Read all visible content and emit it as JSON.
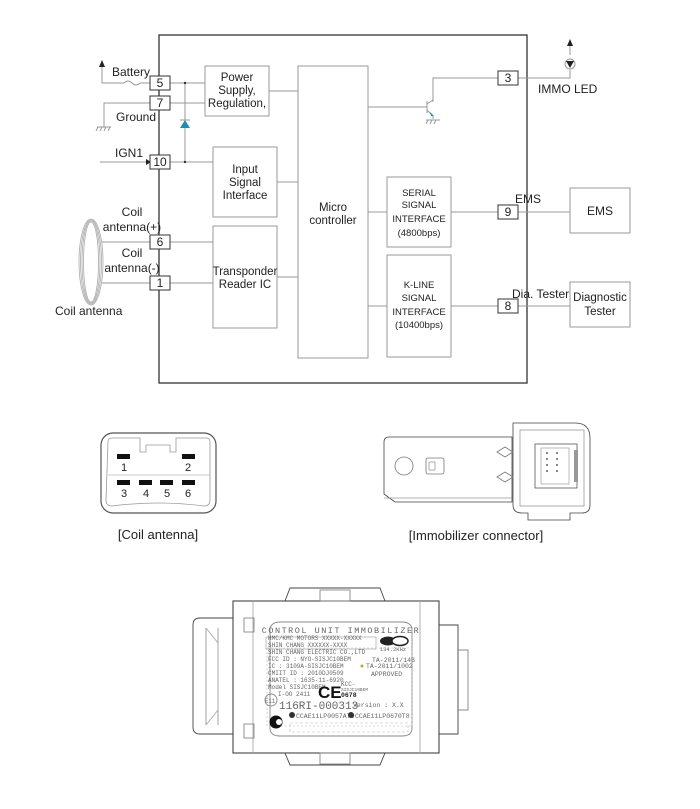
{
  "diagram": {
    "title": "Immobilizer block diagram",
    "colors": {
      "line": "#999999",
      "frame": "#333333",
      "accent": "#1a8fb0"
    },
    "pins": [
      {
        "id": "5",
        "label": "Battery"
      },
      {
        "id": "7",
        "label": "Ground"
      },
      {
        "id": "10",
        "label": "IGN1"
      },
      {
        "id": "6",
        "label_line1": "Coil",
        "label_line2": "antenna(+)"
      },
      {
        "id": "1",
        "label_line1": "Coil",
        "label_line2": "antenna(-)"
      },
      {
        "id": "3",
        "label": "IMMO LED"
      },
      {
        "id": "9",
        "label": "EMS"
      },
      {
        "id": "8",
        "label": "Dia. Tester"
      }
    ],
    "blocks": {
      "power": [
        "Power",
        "Supply,",
        "Regulation,"
      ],
      "input": [
        "Input",
        "Signal",
        "Interface"
      ],
      "transponder": [
        "Transponder",
        "Reader IC"
      ],
      "micro": [
        "Micro",
        "controller"
      ],
      "serial": [
        "SERIAL",
        "SIGNAL",
        "INTERFACE",
        "(4800bps)"
      ],
      "kline": [
        "K-LINE",
        "SIGNAL",
        "INTERFACE",
        "(10400bps)"
      ]
    },
    "external": {
      "ems": "EMS",
      "diag": [
        "Diagnostic",
        "Tester"
      ],
      "coil_antenna": "Coil antenna"
    }
  },
  "connectors": {
    "coil": {
      "caption": "[Coil antenna]",
      "pins_top": [
        "1",
        "2"
      ],
      "pins_bottom": [
        "3",
        "4",
        "5",
        "6"
      ]
    },
    "immobilizer": {
      "caption": "[Immobilizer connector]"
    }
  },
  "unit_label": {
    "title": "CONTROL UNIT IMMOBILIZER",
    "lines": [
      "HMC/KMC MOTORS XXXXX-XXXXX",
      "SHIN CHANG XXXXXX-XXXX",
      "SHIN CHANG ELECTRIC CO.,LTD",
      "FCC ID : NYO-SISJC10BEM",
      "IC : 3109A-SISJC10BEM",
      "CMIIT ID : 2010DJ0509",
      "ANATEL : 1635-11-6920",
      "Model SISJC10BEM",
      "I-OO 2411"
    ],
    "freq": "134.2KHz",
    "ta_line1": "TA-2011/14B",
    "ta_line2": "TA-2011/1002",
    "approved": "APPROVED",
    "ce_mark": "CE",
    "ce_number": "0678",
    "kcc_line1": "KCC-",
    "kcc_line2": "SISJC10BEM",
    "e_mark": "116RI-000313",
    "e_code": "E11",
    "version": "Version : X.X",
    "cert1": "CCAE11LP0057AT0",
    "cert2": "CCAE11LP0670T8"
  }
}
